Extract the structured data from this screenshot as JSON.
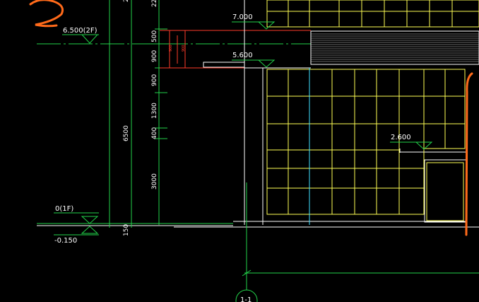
{
  "colors": {
    "background": "#000000",
    "green": "#22d24a",
    "yellow": "#ffff55",
    "white": "#ffffff",
    "red": "#ff3b2a",
    "orange": "#ff6a1a",
    "cyan": "#3fe0ff"
  },
  "canvas": {
    "section_number": "2",
    "level_2f": "6.500(2F)",
    "level_top": "7.000",
    "level_mid": "5.600",
    "level_right": "2.600",
    "level_1f": "0(1F)",
    "level_ground": "-0.150",
    "dim_top_cut": "22",
    "dim_500": "500",
    "dim_900_a": "900",
    "dim_900_b": "900",
    "dim_1300": "1300",
    "dim_400": "400",
    "dim_3000": "3000",
    "dim_6500": "6500",
    "dim_150": "150",
    "grid_bubble": "1-1"
  }
}
